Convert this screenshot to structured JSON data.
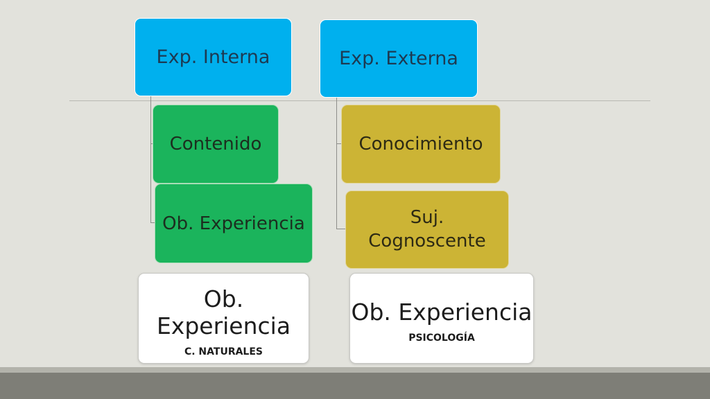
{
  "left": {
    "root": "Exp. Interna",
    "child1": "Contenido",
    "child2": "Ob. Experiencia",
    "result_title": "Ob. Experiencia",
    "result_sub": "C. NATURALES"
  },
  "right": {
    "root": "Exp. Externa",
    "child1": "Conocimiento",
    "child2": "Suj. Cognoscente",
    "result_title": "Ob. Experiencia",
    "result_sub": "PSICOLOGÍA"
  },
  "colors": {
    "background": "#e2e2dc",
    "root": "#00b0ee",
    "left_children": "#1bb45c",
    "right_children": "#ccb435",
    "result": "#ffffff",
    "footer": "#7e7e77"
  }
}
